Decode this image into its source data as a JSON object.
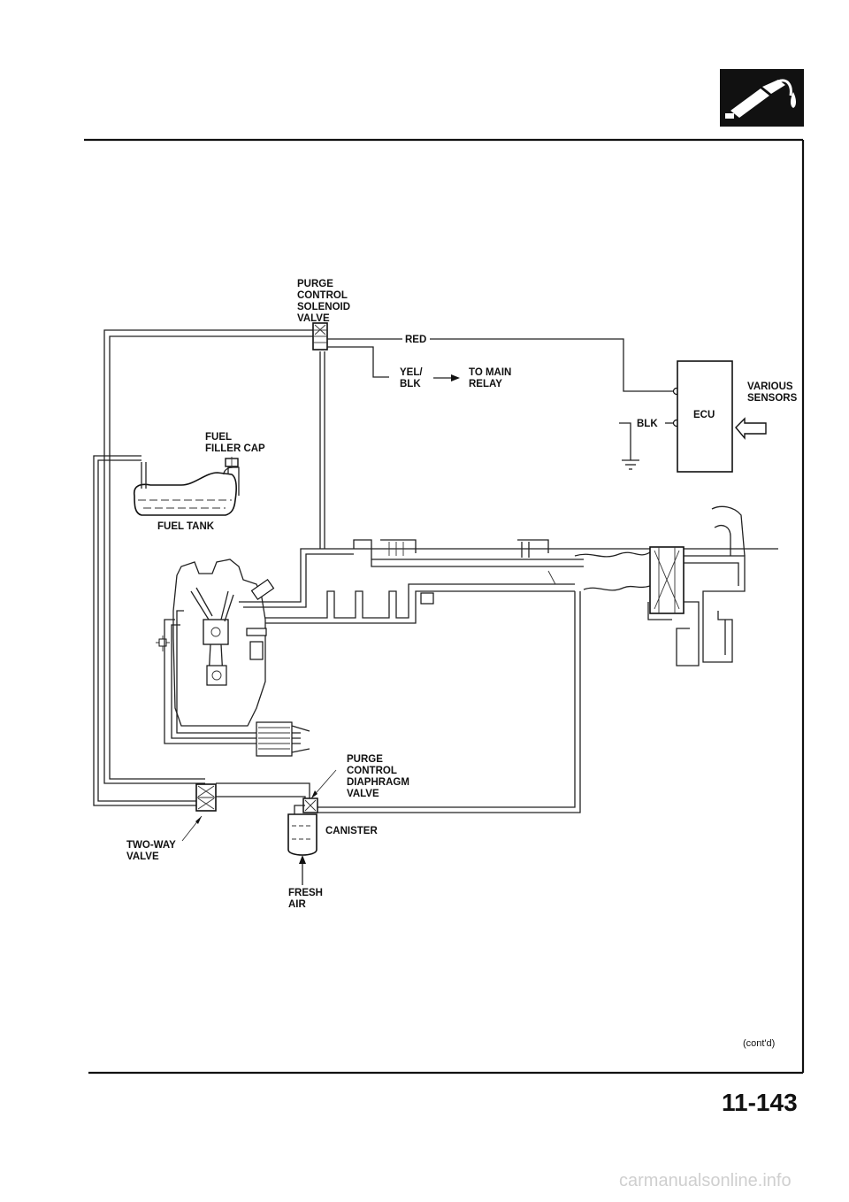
{
  "labels": {
    "purge_solenoid": [
      "PURGE",
      "CONTROL",
      "SOLENOID",
      "VALVE"
    ],
    "red": "RED",
    "yel_blk": [
      "YEL/",
      "BLK"
    ],
    "to_main_relay": [
      "TO MAIN",
      "RELAY"
    ],
    "various_sensors": [
      "VARIOUS",
      "SENSORS"
    ],
    "ecu": "ECU",
    "blk": "BLK",
    "fuel_filler_cap": [
      "FUEL",
      "FILLER CAP"
    ],
    "fuel_tank": "FUEL TANK",
    "purge_diaphragm": [
      "PURGE",
      "CONTROL",
      "DIAPHRAGM",
      "VALVE"
    ],
    "canister": "CANISTER",
    "two_way_valve": [
      "TWO-WAY",
      "VALVE"
    ],
    "fresh_air": [
      "FRESH",
      "AIR"
    ]
  },
  "footer": {
    "contd": "(cont'd)",
    "page_number": "11-143",
    "watermark": "carmanualsonline.info"
  },
  "icons": {
    "section_icon": "fuel-pump-nozzle-icon"
  },
  "colors": {
    "ink": "#111111",
    "background": "#ffffff",
    "watermark": "#cfcfcf"
  }
}
